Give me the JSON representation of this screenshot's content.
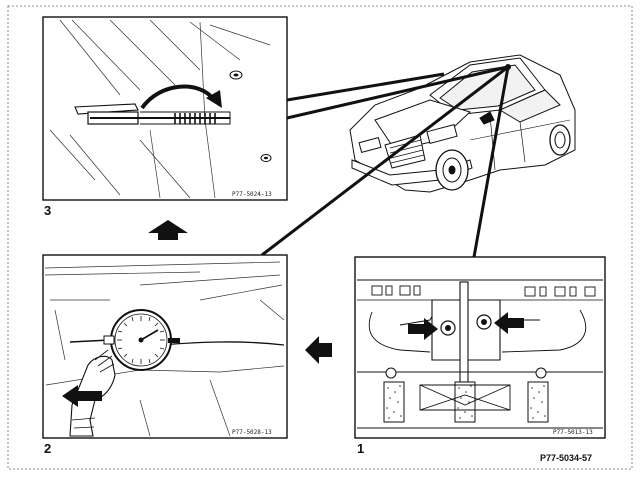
{
  "figure_code": "P77-5034-57",
  "panels": {
    "panel_3": {
      "number": "3",
      "code": "P77-5024-13"
    },
    "panel_2": {
      "number": "2",
      "code": "P77-5028-13"
    },
    "panel_1": {
      "number": "1",
      "code": "P77-5013-13"
    }
  },
  "colors": {
    "ink": "#111111",
    "paper": "#ffffff",
    "frame_dash": "#8a8a8a"
  },
  "icons": [
    "car-icon",
    "gauge-icon",
    "hand-icon",
    "arrow-up-icon",
    "arrow-left-icon",
    "arrow-right-icon",
    "curved-arrow-icon"
  ]
}
